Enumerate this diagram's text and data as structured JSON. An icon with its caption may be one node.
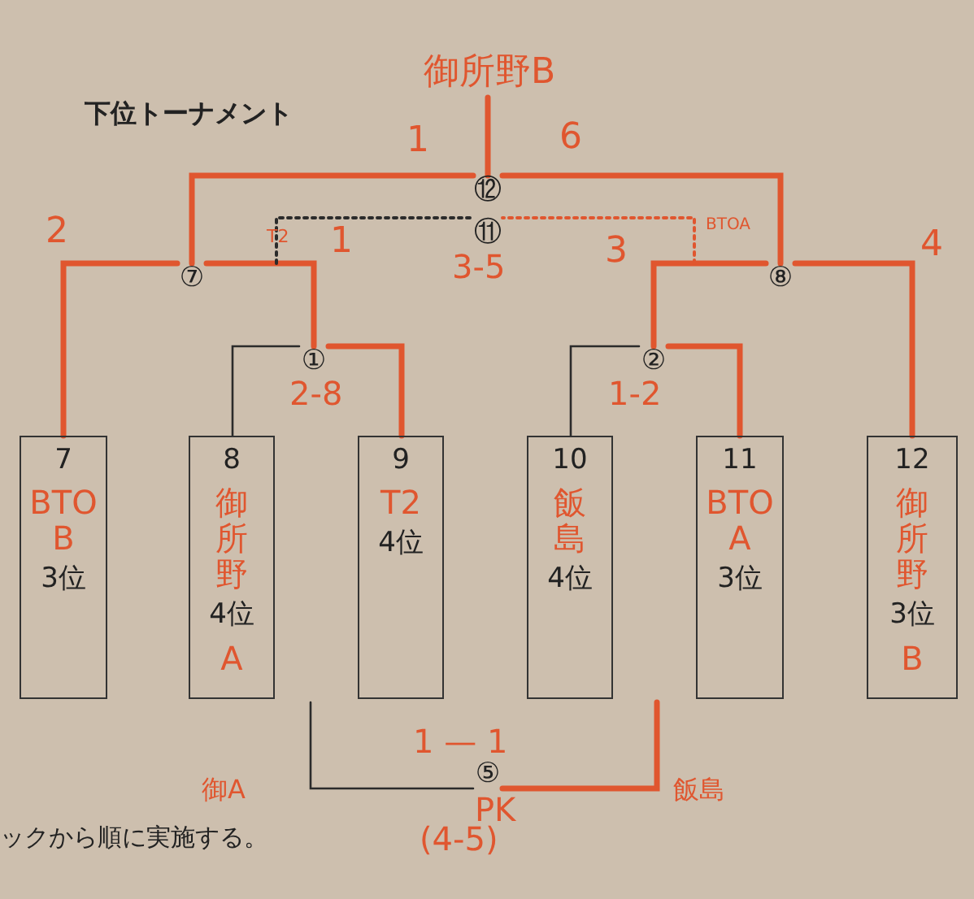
{
  "diagram": {
    "title": "下位トーナメント",
    "nodes": [
      {
        "text": [
          "7",
          "BTO B",
          "3位"
        ]
      },
      {
        "text": [
          "8",
          "御所野",
          "4位",
          "A"
        ]
      },
      {
        "text": [
          "9",
          "T2",
          "4位"
        ]
      },
      {
        "text": [
          "10",
          "飯島",
          "4位"
        ]
      },
      {
        "text": [
          "11",
          "BTO A",
          "3位"
        ]
      },
      {
        "text": [
          "12",
          "御所野",
          "3位",
          "B"
        ]
      },
      {
        "text": [
          "①"
        ],
        "beside": [
          "2-8"
        ]
      },
      {
        "text": [
          "②"
        ],
        "beside": [
          "1-2"
        ]
      },
      {
        "text": [
          "⑦"
        ]
      },
      {
        "text": [
          "⑧"
        ]
      },
      {
        "text": [
          "⑪"
        ],
        "beside": [
          "3-5"
        ]
      },
      {
        "text": [
          "⑫"
        ]
      },
      {
        "text": [
          "⑤"
        ],
        "beside": [
          "1 — 1",
          "PK",
          "(4-5)"
        ]
      },
      {
        "text": [
          "御所野B"
        ]
      }
    ],
    "edges": [
      {
        "from": 1,
        "to": 6,
        "arrow": "none",
        "color": "#2b2b2b"
      },
      {
        "from": 2,
        "to": 6,
        "arrow": "none"
      },
      {
        "from": 3,
        "to": 7,
        "arrow": "none",
        "color": "#2b2b2b"
      },
      {
        "from": 4,
        "to": 7,
        "arrow": "none"
      },
      {
        "from": 0,
        "to": 8,
        "arrow": "none",
        "label": "2"
      },
      {
        "from": 6,
        "to": 8,
        "arrow": "none",
        "label": "1"
      },
      {
        "from": 7,
        "to": 9,
        "arrow": "none",
        "label": "3"
      },
      {
        "from": 5,
        "to": 9,
        "arrow": "none",
        "label": "4"
      },
      {
        "from": 8,
        "to": 11,
        "arrow": "none",
        "label": "1"
      },
      {
        "from": 9,
        "to": 11,
        "arrow": "none",
        "label": "6"
      },
      {
        "from": null,
        "to": 10,
        "arrow": "none",
        "style": "dashed",
        "color": "#2b2b2b"
      },
      {
        "from": null,
        "to": 10,
        "arrow": "none",
        "style": "dashed"
      },
      {
        "from": 11,
        "to": 13,
        "arrow": "none"
      },
      {
        "from": null,
        "to": 12,
        "arrow": "none",
        "color": "#2b2b2b"
      },
      {
        "from": null,
        "to": 12,
        "arrow": "none"
      }
    ],
    "labels": [
      "T2",
      "BTOA",
      "御A",
      "飯島",
      "ックから順に実施する。"
    ]
  }
}
